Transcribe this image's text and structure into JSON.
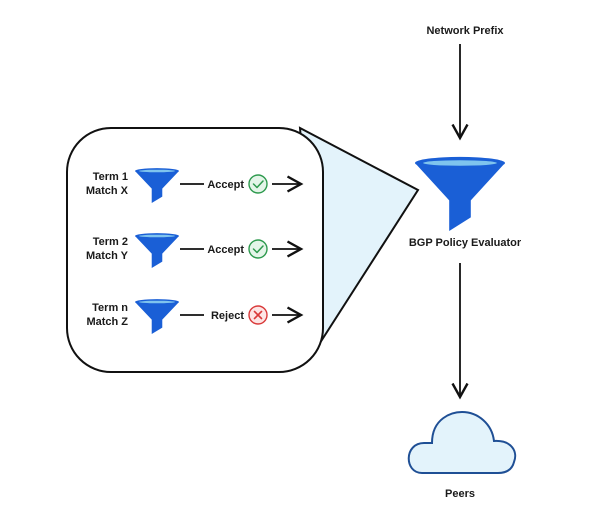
{
  "colors": {
    "funnel_body": "#1a5fd6",
    "funnel_rim": "#7fc4ee",
    "zoom_fill": "#e3f3fb",
    "cloud_fill": "#e3f3fb",
    "cloud_stroke": "#1f4f95",
    "accept_stroke": "#2e9a4e",
    "accept_fill": "#e4f5e9",
    "reject_stroke": "#d93a3a",
    "reject_fill": "#fde5e5",
    "line": "#111111"
  },
  "input": {
    "label": "Network Prefix"
  },
  "evaluator": {
    "label": "BGP Policy Evaluator",
    "icon": "funnel-icon"
  },
  "output": {
    "label": "Peers",
    "icon": "cloud-icon"
  },
  "terms": [
    {
      "line1": "Term 1",
      "line2": "Match X",
      "action": "Accept",
      "result": "accept"
    },
    {
      "line1": "Term 2",
      "line2": "Match Y",
      "action": "Accept",
      "result": "accept"
    },
    {
      "line1": "Term n",
      "line2": "Match Z",
      "action": "Reject",
      "result": "reject"
    }
  ]
}
